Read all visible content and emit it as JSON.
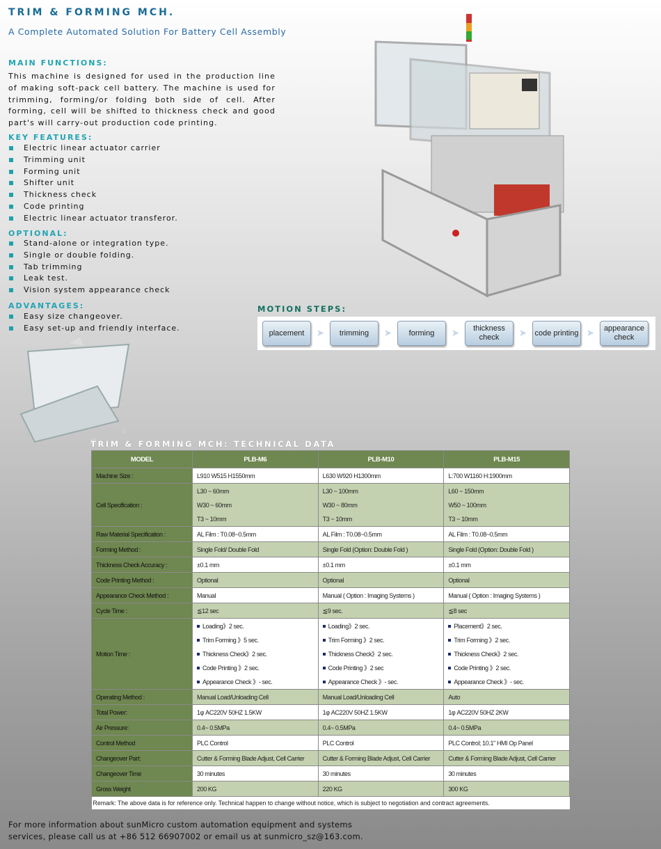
{
  "header": {
    "title": "TRIM & FORMING MCH.",
    "subtitle": "A Complete Automated Solution For Battery Cell Assembly"
  },
  "main_functions": {
    "heading": "MAIN FUNCTIONS:",
    "text": "This machine is designed for used in the production line of making soft-pack cell battery. The machine is used for trimming, forming/or folding both side of cell. After forming, cell will be shifted to thickness check and good part's will carry-out production code printing."
  },
  "key_features": {
    "heading": "KEY FEATURES:",
    "items": [
      "Electric linear actuator carrier",
      "Trimming unit",
      "Forming unit",
      "Shifter unit",
      "Thickness check",
      "Code printing",
      "Electric linear actuator transferor."
    ]
  },
  "optional": {
    "heading": "OPTIONAL:",
    "items": [
      "Stand-alone or integration type.",
      "Single or double folding.",
      "Tab trimming",
      "Leak test.",
      "Vision system appearance check"
    ]
  },
  "advantages": {
    "heading": "ADVANTAGES:",
    "items": [
      "Easy size changeover.",
      "Easy set-up and friendly interface."
    ]
  },
  "motion_steps": {
    "heading": "MOTION STEPS:",
    "steps": [
      "placement",
      "trimming",
      "forming",
      "thickness check",
      "code printing",
      "appearance check"
    ]
  },
  "technical": {
    "heading": "TRIM & FORMING MCH: TECHNICAL DATA",
    "columns": [
      "MODEL",
      "PLB-M6",
      "PLB-M10",
      "PLB-M15"
    ],
    "rows": [
      {
        "label": "Machine Size :",
        "values": [
          [
            "L910 W515 H1550mm"
          ],
          [
            "L630 W920 H1300mm"
          ],
          [
            "L:700 W1160 H:1900mm"
          ]
        ]
      },
      {
        "label": "Cell Specification :",
        "values": [
          [
            "L30 ~ 60mm",
            "W30 ~ 60mm",
            "T3 ~ 10mm"
          ],
          [
            "L30 ~ 100mm",
            "W30 ~ 80mm",
            "T3 ~ 10mm"
          ],
          [
            "L60 ~ 150mm",
            "W50 ~ 100mm",
            "T3 ~ 10mm"
          ]
        ]
      },
      {
        "label": "Raw Material Specification :",
        "values": [
          [
            "AL Film : T0.08~0.5mm"
          ],
          [
            "AL Film : T0.08~0.5mm"
          ],
          [
            "AL Film : T0.08~0.5mm"
          ]
        ]
      },
      {
        "label": "Forming Method :",
        "values": [
          [
            "Single Fold/ Double Fold"
          ],
          [
            "Single Fold (Option: Double Fold )"
          ],
          [
            "Single Fold (Option: Double Fold )"
          ]
        ]
      },
      {
        "label": "Thickness Check Accuracy :",
        "values": [
          [
            "±0.1 mm"
          ],
          [
            "±0.1 mm"
          ],
          [
            "±0.1 mm"
          ]
        ]
      },
      {
        "label": "Code Printing Method :",
        "values": [
          [
            "Optional"
          ],
          [
            "Optional"
          ],
          [
            "Optional"
          ]
        ]
      },
      {
        "label": "Appearance Check Method :",
        "values": [
          [
            "Manual"
          ],
          [
            "Manual ( Option : Imaging Systems )"
          ],
          [
            "Manual ( Option : Imaging Systems )"
          ]
        ]
      },
      {
        "label": "Cycle Time :",
        "values": [
          [
            "≦12 sec"
          ],
          [
            "≦9 sec."
          ],
          [
            "≦8 sec"
          ]
        ]
      },
      {
        "label": "Motion Time :",
        "bullets": true,
        "values": [
          [
            "Loading》2 sec.",
            "Trim Forming 》5 sec.",
            "Thickness Check》2 sec.",
            "Code Printing 》2 sec.",
            "Appearance Check 》- sec."
          ],
          [
            "Loading》2 sec.",
            "Trim Forming 》2 sec.",
            "Thickness Check》2 sec.",
            "Code Printing 》2 sec",
            "Appearance Check 》- sec."
          ],
          [
            "Placement》2 sec.",
            "Trim Forming 》2 sec.",
            "Thickness Check》2 sec.",
            "Code Printing 》2 sec.",
            "Appearance Check 》- sec."
          ]
        ]
      },
      {
        "label": "Operating Method :",
        "values": [
          [
            "Manual Load/Unloading Cell"
          ],
          [
            "Manual Load/Unloading Cell"
          ],
          [
            "Auto"
          ]
        ]
      },
      {
        "label": "Total Power:",
        "values": [
          [
            "1φ AC220V  50HZ 1.5KW"
          ],
          [
            "1φ AC220V  50HZ 1.5KW"
          ],
          [
            "1φ AC220V  50HZ 2KW"
          ]
        ]
      },
      {
        "label": "Air Pressure:",
        "values": [
          [
            "0.4~ 0.5MPa"
          ],
          [
            "0.4~ 0.5MPa"
          ],
          [
            "0.4~ 0.5MPa"
          ]
        ]
      },
      {
        "label": "Control Method",
        "values": [
          [
            "PLC Control"
          ],
          [
            "PLC Control"
          ],
          [
            "PLC Control; 10.1\" HMI Op Panel"
          ]
        ]
      },
      {
        "label": "Changeover Part:",
        "values": [
          [
            "Cutter & Forming Blade Adjust, Cell Carrier"
          ],
          [
            "Cutter & Forming Blade Adjust, Cell Carrier"
          ],
          [
            "Cutter & Forming Blade Adjust, Cell Carrier"
          ]
        ]
      },
      {
        "label": "Changeover Time",
        "values": [
          [
            "30 minutes"
          ],
          [
            "30 minutes"
          ],
          [
            "30 minutes"
          ]
        ]
      },
      {
        "label": "Gross Weight",
        "values": [
          [
            "200 KG"
          ],
          [
            "220 KG"
          ],
          [
            "300 KG"
          ]
        ]
      }
    ],
    "remark": "Remark: The above data is for reference only. Technical happen to change without notice, which is subject to negotiation and contract agreements."
  },
  "footer": {
    "line1": "For more information about sunMicro custom automation equipment and systems",
    "line2": "services, please call us at +86 512 66907002 or email us at sunmicro_sz@163.com."
  }
}
